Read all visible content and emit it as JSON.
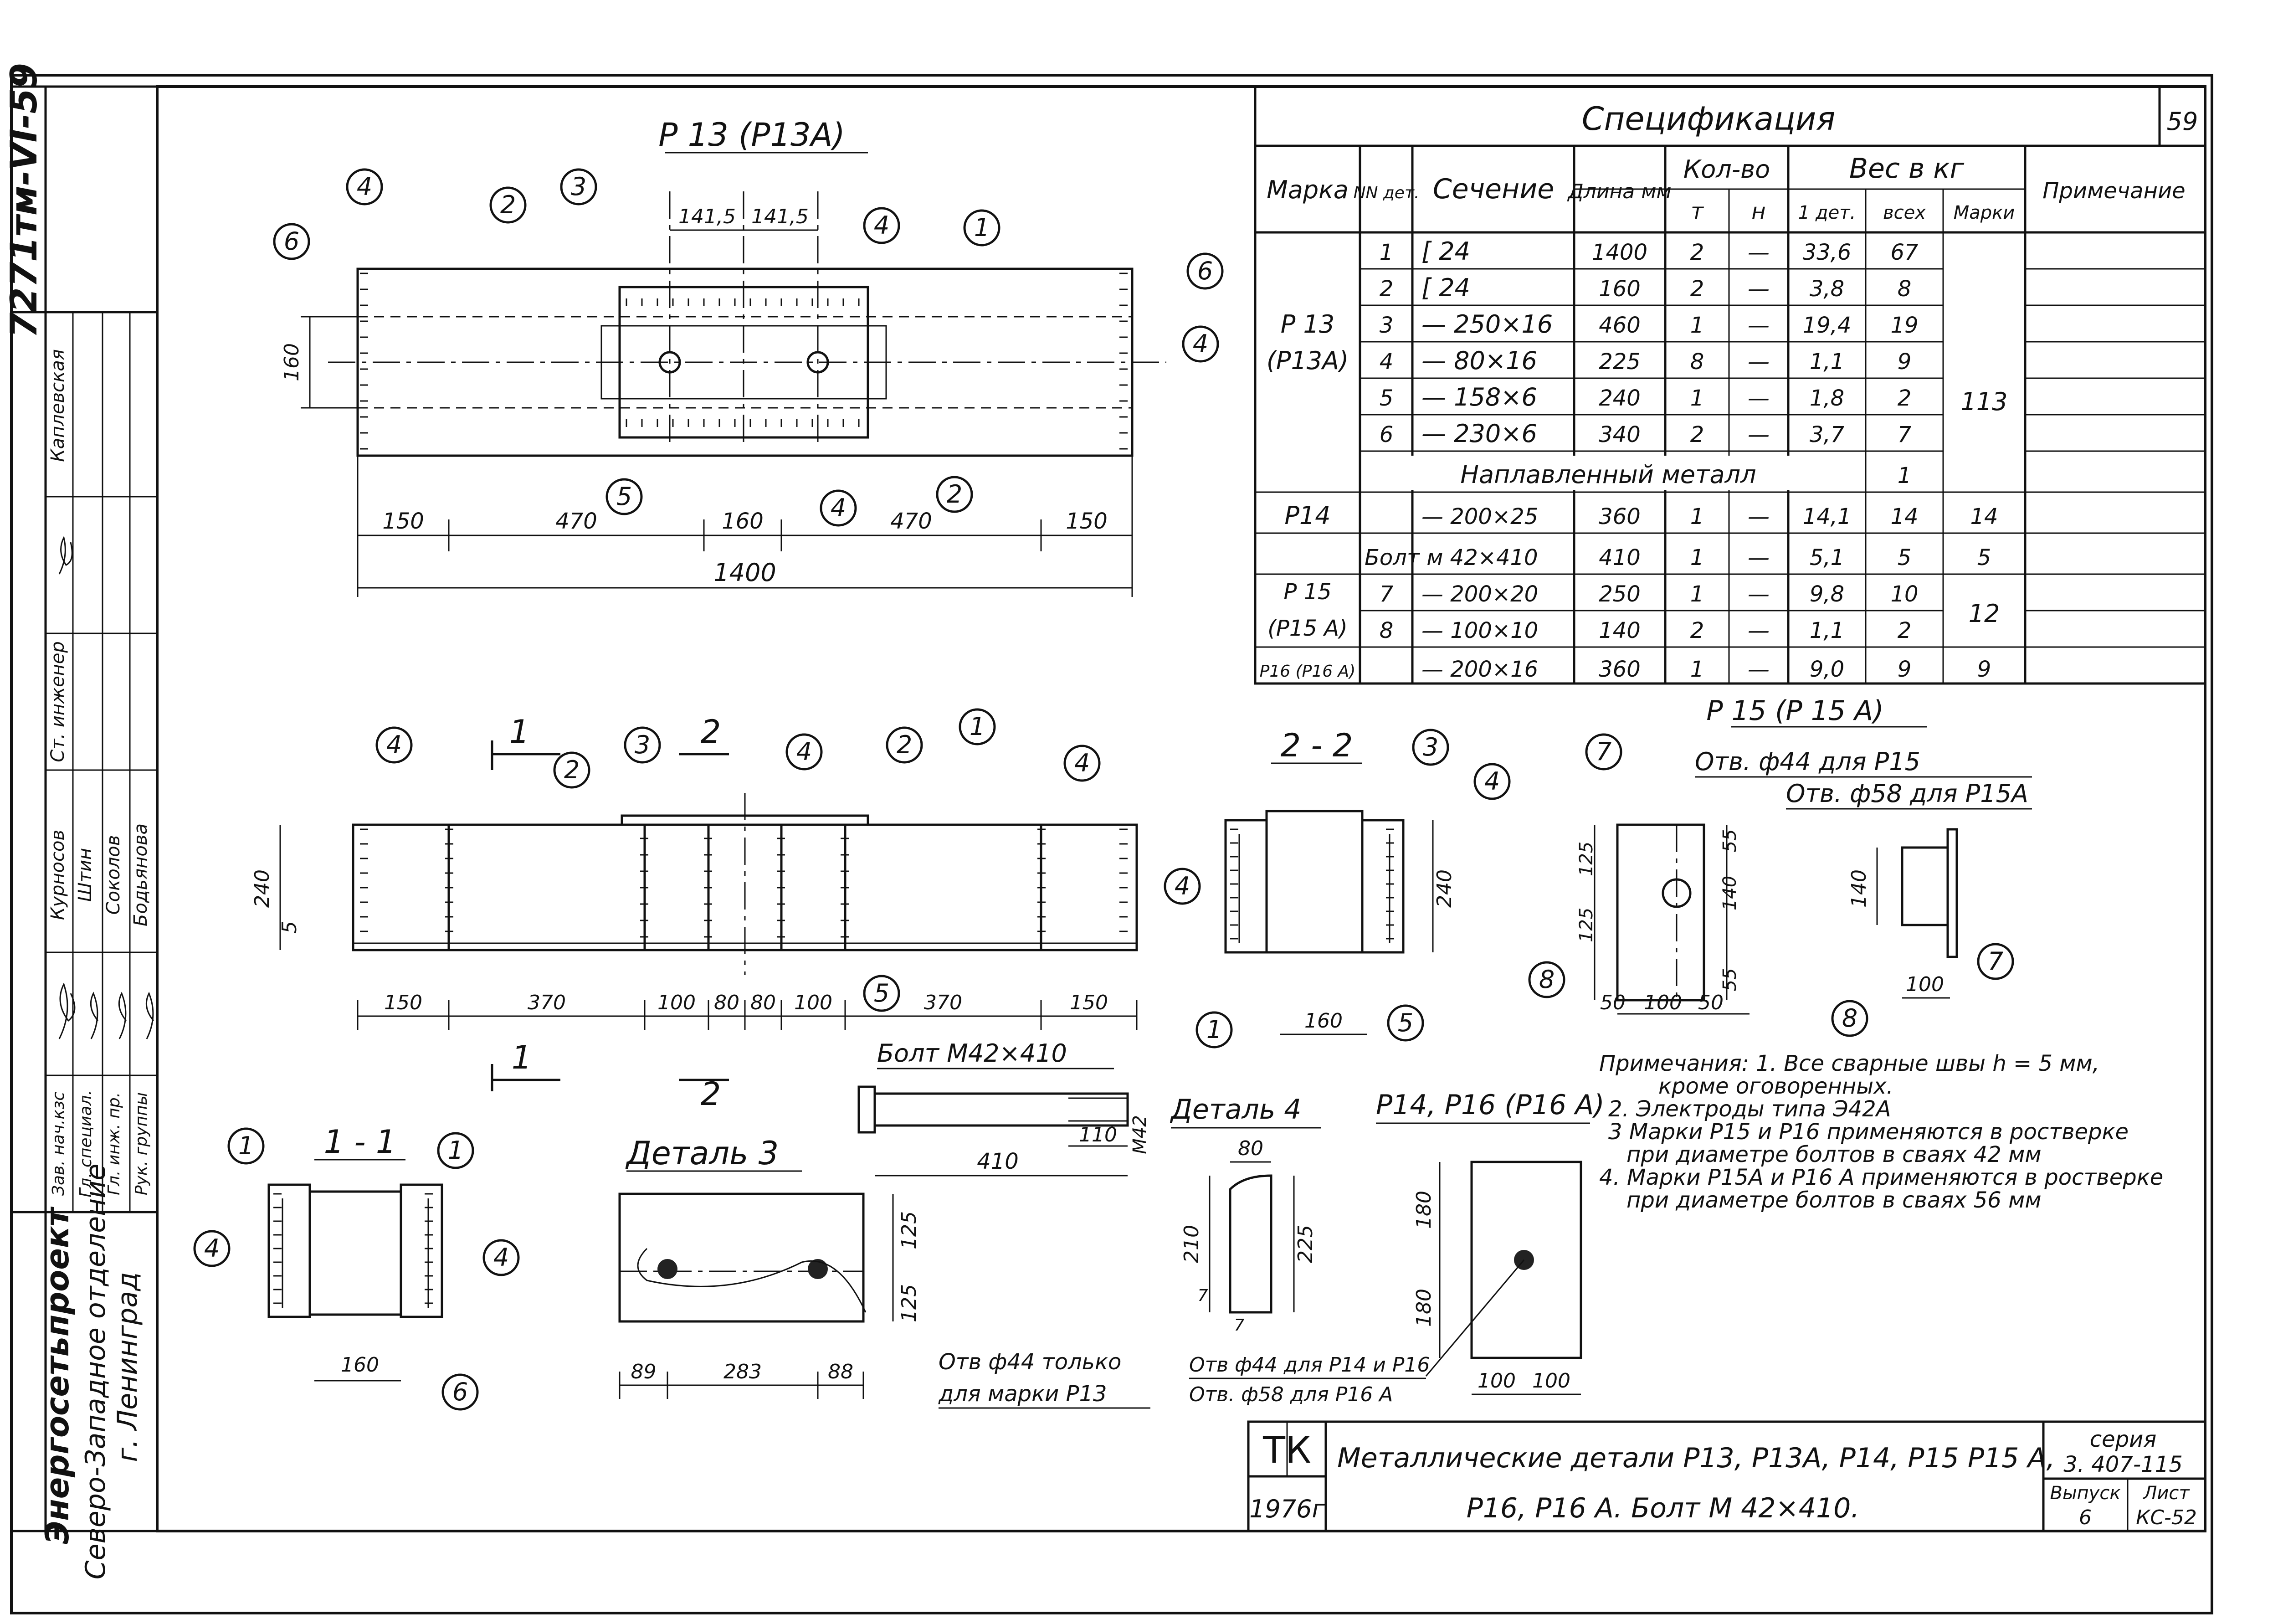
{
  "sheet_number": "59",
  "corner_stamp": "7271тм-VI-59",
  "left_stamp": {
    "org": "Энергосетьпроект",
    "dept": "Северо-Западное отделение",
    "city": "г. Ленинград",
    "rows": [
      {
        "role": "Зав. нач.кзс",
        "name": "",
        "sign": ""
      },
      {
        "role": "Гл. специал.",
        "name": "Штин",
        "sign": ""
      },
      {
        "role": "Гл. инж. пр.",
        "name": "Соколов",
        "sign": ""
      },
      {
        "role": "Рук. группы",
        "name": "Бодьянова",
        "sign": ""
      },
      {
        "role": "",
        "name": "Курносов",
        "sign": ""
      },
      {
        "role": "Ст. инженер",
        "name": "",
        "sign": ""
      },
      {
        "role": "",
        "name": "Каплевская",
        "sign": ""
      }
    ]
  },
  "spec": {
    "title": "Спецификация",
    "headers": {
      "mark": "Марка",
      "det": "NN дет.",
      "section": "Сечение",
      "length": "Длина мм",
      "qty": "Кол-во",
      "qty_t": "т",
      "qty_n": "н",
      "weight": "Вес в кг",
      "w_one": "1 дет.",
      "w_all": "всех",
      "w_mark": "Марки",
      "note": "Примечание"
    },
    "rows": [
      {
        "det": "1",
        "section": "[ 24",
        "len": "1400",
        "t": "2",
        "n": "—",
        "w1": "33,6",
        "wa": "67"
      },
      {
        "det": "2",
        "section": "[ 24",
        "len": "160",
        "t": "2",
        "n": "—",
        "w1": "3,8",
        "wa": "8"
      },
      {
        "det": "3",
        "section": "— 250×16",
        "len": "460",
        "t": "1",
        "n": "—",
        "w1": "19,4",
        "wa": "19"
      },
      {
        "det": "4",
        "section": "— 80×16",
        "len": "225",
        "t": "8",
        "n": "—",
        "w1": "1,1",
        "wa": "9"
      },
      {
        "det": "5",
        "section": "— 158×6",
        "len": "240",
        "t": "1",
        "n": "—",
        "w1": "1,8",
        "wa": "2"
      },
      {
        "det": "6",
        "section": "— 230×6",
        "len": "340",
        "t": "2",
        "n": "—",
        "w1": "3,7",
        "wa": "7"
      }
    ],
    "mark_p13": "Р 13",
    "mark_p13a": "(Р13А)",
    "weld_row": "Наплавленный металл",
    "weld_w": "1",
    "p13_total": "113",
    "p14": {
      "mark": "Р14",
      "section": "— 200×25",
      "len": "360",
      "t": "1",
      "n": "—",
      "w1": "14,1",
      "wa": "14",
      "wm": "14"
    },
    "bolt": {
      "mark": "Болт м 42×410",
      "len": "410",
      "t": "1",
      "n": "—",
      "w1": "5,1",
      "wa": "5",
      "wm": "5"
    },
    "p15_mark": "Р 15",
    "p15a_mark": "(Р15 А)",
    "p15_rows": [
      {
        "det": "7",
        "section": "— 200×20",
        "len": "250",
        "t": "1",
        "n": "—",
        "w1": "9,8",
        "wa": "10"
      },
      {
        "det": "8",
        "section": "— 100×10",
        "len": "140",
        "t": "2",
        "n": "—",
        "w1": "1,1",
        "wa": "2"
      }
    ],
    "p15_total": "12",
    "p16": {
      "mark": "Р16 (Р16 А)",
      "section": "— 200×16",
      "len": "360",
      "t": "1",
      "n": "—",
      "w1": "9,0",
      "wa": "9",
      "wm": "9"
    }
  },
  "views": {
    "p13_title": "Р 13 (Р13А)",
    "p13_dims_top": [
      "141,5",
      "141,5"
    ],
    "p13_dim_160": "160",
    "p13_dims": [
      "150",
      "470",
      "160",
      "470",
      "150"
    ],
    "p13_total": "1400",
    "elev_dims": [
      "150",
      "370",
      "100",
      "80",
      "80",
      "100",
      "370",
      "150"
    ],
    "elev_240": "240",
    "elev_5": "5",
    "cut1": "1",
    "cut2": "2",
    "s22_title": "2 - 2",
    "s22_160": "160",
    "s22_240": "240",
    "s11_title": "1 - 1",
    "s11_160": "160",
    "p15_title": "Р 15 (Р 15 А)",
    "p15_note1": "Отв. ф44 для Р15",
    "p15_note2": "Отв. ф58 для Р15А",
    "p15_dims_v": [
      "55",
      "125",
      "125",
      "140",
      "55"
    ],
    "p15_dims_h": [
      "50",
      "100",
      "50"
    ],
    "p15_side_140": "140",
    "p15_side_100": "100",
    "bolt_title": "Болт М42×410",
    "bolt_410": "410",
    "bolt_110": "110",
    "bolt_m42": "М42",
    "det3_title": "Деталь 3",
    "det3_dims_v": [
      "125",
      "125"
    ],
    "det3_dims_h": [
      "89",
      "283",
      "88"
    ],
    "det3_note1": "Отв ф44 только",
    "det3_note2": "для марки Р13",
    "det4_title": "Деталь 4",
    "det4_dims": [
      "80",
      "210",
      "225",
      "7",
      "7"
    ],
    "p14_title": "Р14, Р16 (Р16 А)",
    "p14_dims": [
      "180",
      "180",
      "100",
      "100"
    ],
    "p14_note1": "Отв ф44 для Р14 и Р16",
    "p14_note2": "Отв. ф58 для Р16 А"
  },
  "notes": [
    "Примечания: 1. Все сварные швы h = 5 мм,",
    "кроме оговоренных.",
    "2. Электроды типа Э42А",
    "3 Марки Р15 и Р16 применяются в ростверке",
    "при диаметре болтов в сваях 42 мм",
    "4. Марки Р15А и Р16 А применяются в ростверке",
    "при диаметре болтов в сваях 56 мм"
  ],
  "title_block": {
    "code": "ТК",
    "year": "1976г",
    "title1": "Металлические детали Р13, Р13А, Р14, Р15 Р15 А,",
    "title2": "Р16, Р16 А. Болт М 42×410.",
    "series_label": "серия",
    "series": "3. 407-115",
    "issue_label": "Выпуск",
    "issue": "6",
    "sheet_label": "Лист",
    "sheet": "КС-52"
  }
}
